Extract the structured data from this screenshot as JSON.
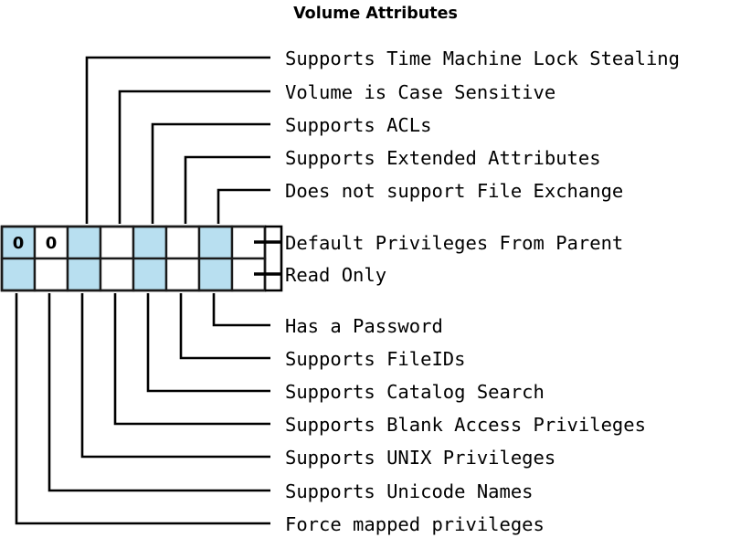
{
  "figure": {
    "title": "Volume Attributes",
    "colors": {
      "bit_set_fill": "#b8dff0",
      "bit_clear_fill": "#ffffff",
      "stroke": "#1a1a1a",
      "text": "#000000"
    }
  },
  "bitfield": {
    "columns": 8,
    "rows": 2,
    "reserved_values": [
      "0",
      "0"
    ],
    "row_top": {
      "name": "upper-row",
      "cells": [
        {
          "index": 0,
          "state": "set",
          "value": "0"
        },
        {
          "index": 1,
          "state": "clear",
          "value": "0"
        },
        {
          "index": 2,
          "state": "set",
          "value": ""
        },
        {
          "index": 3,
          "state": "clear",
          "value": ""
        },
        {
          "index": 4,
          "state": "set",
          "value": ""
        },
        {
          "index": 5,
          "state": "clear",
          "value": ""
        },
        {
          "index": 6,
          "state": "set",
          "value": ""
        },
        {
          "index": 7,
          "state": "clear",
          "value": ""
        }
      ]
    },
    "row_bottom": {
      "name": "lower-row",
      "cells": [
        {
          "index": 0,
          "state": "set",
          "value": ""
        },
        {
          "index": 1,
          "state": "clear",
          "value": ""
        },
        {
          "index": 2,
          "state": "set",
          "value": ""
        },
        {
          "index": 3,
          "state": "clear",
          "value": ""
        },
        {
          "index": 4,
          "state": "set",
          "value": ""
        },
        {
          "index": 5,
          "state": "clear",
          "value": ""
        },
        {
          "index": 6,
          "state": "set",
          "value": ""
        },
        {
          "index": 7,
          "state": "clear",
          "value": ""
        }
      ]
    }
  },
  "callouts": {
    "above": [
      {
        "id": "time-machine-lock-stealing",
        "label": "Supports Time Machine Lock Stealing"
      },
      {
        "id": "case-sensitive",
        "label": "Volume is Case Sensitive"
      },
      {
        "id": "acls",
        "label": "Supports ACLs"
      },
      {
        "id": "extended-attributes",
        "label": "Supports Extended Attributes"
      },
      {
        "id": "no-file-exchange",
        "label": "Does not support File Exchange"
      }
    ],
    "right": [
      {
        "id": "default-privileges-from-parent",
        "label": "Default Privileges From Parent"
      },
      {
        "id": "read-only",
        "label": "Read Only"
      }
    ],
    "below": [
      {
        "id": "has-a-password",
        "label": "Has a Password"
      },
      {
        "id": "fileids",
        "label": "Supports FileIDs"
      },
      {
        "id": "catalog-search",
        "label": "Supports Catalog Search"
      },
      {
        "id": "blank-access-privileges",
        "label": "Supports Blank Access Privileges"
      },
      {
        "id": "unix-privileges",
        "label": "Supports UNIX Privileges"
      },
      {
        "id": "unicode-names",
        "label": "Supports Unicode Names"
      },
      {
        "id": "force-mapped-privileges",
        "label": "Force mapped privileges"
      }
    ]
  }
}
